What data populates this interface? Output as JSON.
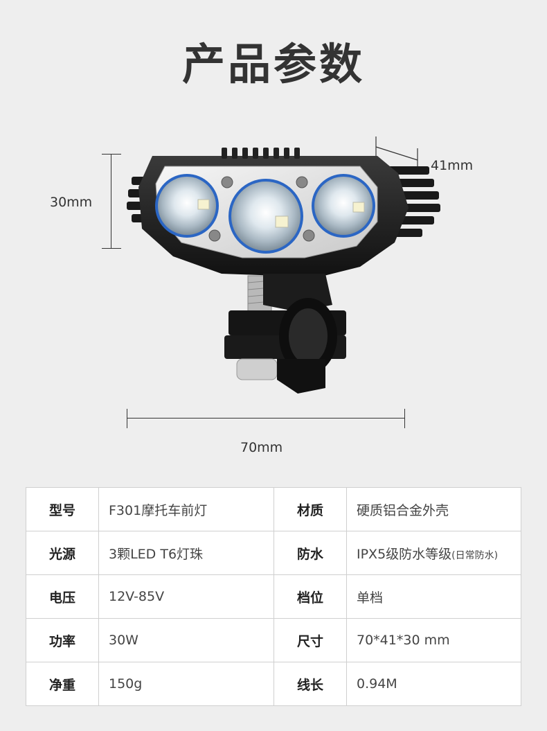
{
  "page": {
    "title": "产品参数"
  },
  "dimensions": {
    "height": "30mm",
    "depth": "41mm",
    "width": "70mm"
  },
  "specs": {
    "rows": [
      {
        "k1": "型号",
        "v1": "F301摩托车前灯",
        "k2": "材质",
        "v2": "硬质铝合金外壳",
        "v2_note": ""
      },
      {
        "k1": "光源",
        "v1": "3颗LED T6灯珠",
        "k2": "防水",
        "v2": "IPX5级防水等级",
        "v2_note": "(日常防水)"
      },
      {
        "k1": "电压",
        "v1": "12V-85V",
        "k2": "档位",
        "v2": "单档",
        "v2_note": ""
      },
      {
        "k1": "功率",
        "v1": "30W",
        "k2": "尺寸",
        "v2": "70*41*30 mm",
        "v2_note": ""
      },
      {
        "k1": "净重",
        "v1": "150g",
        "k2": "线长",
        "v2": "0.94M",
        "v2_note": ""
      }
    ]
  }
}
